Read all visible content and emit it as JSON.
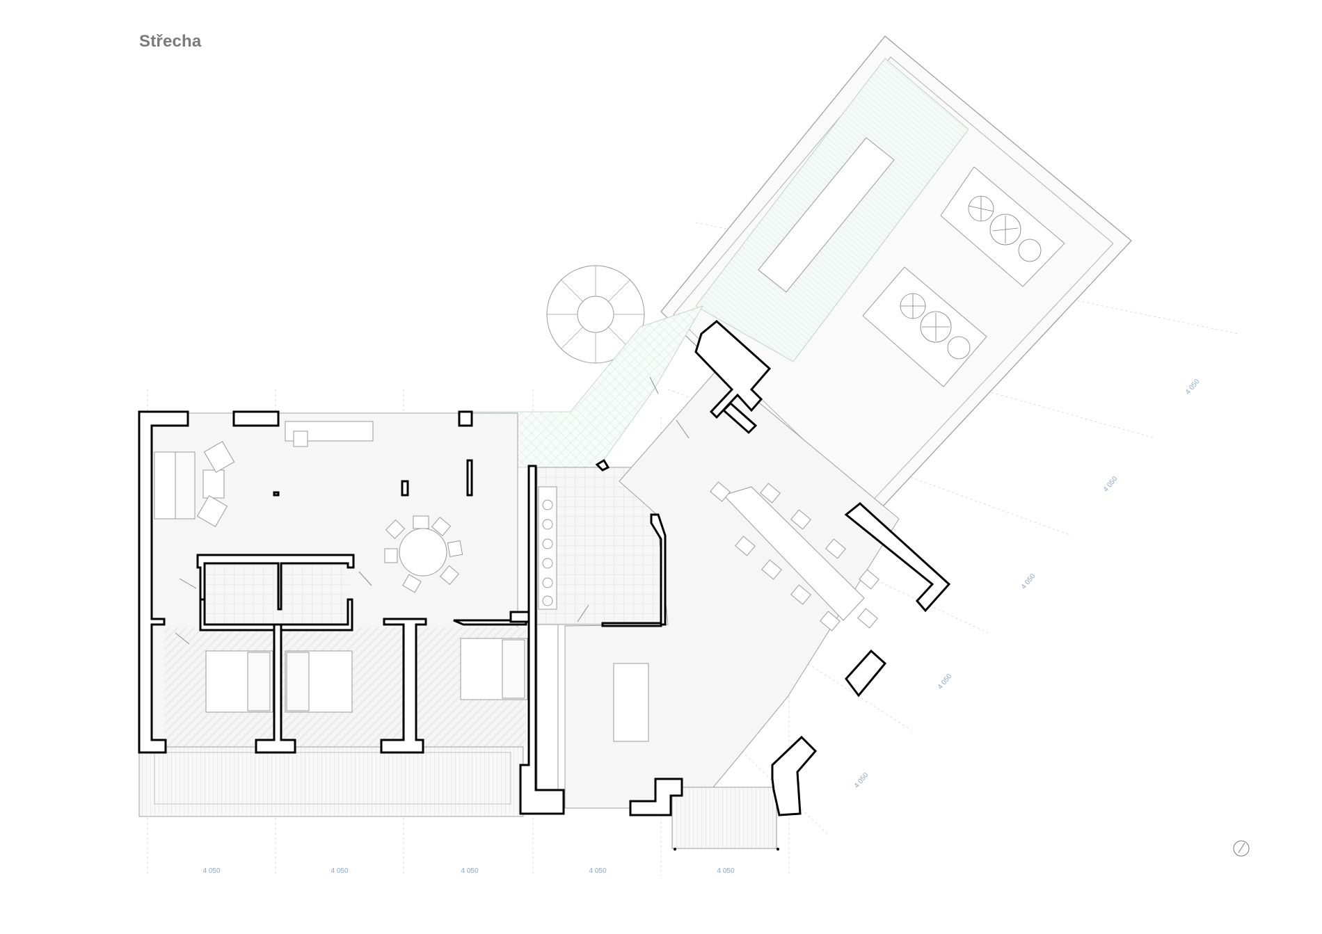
{
  "title": "Střecha",
  "dimensions": {
    "bottom": [
      "4 050",
      "4 050",
      "4 050",
      "4 050",
      "4 050"
    ],
    "diagonal": [
      "4 050",
      "4 050",
      "4 050",
      "4 050",
      "4 050"
    ]
  },
  "colors": {
    "wall": "#000000",
    "line": "#9a9a9a",
    "floor": "#f4f4f4",
    "tile": "#e3e3e3",
    "green_tile": "#cfe3d8",
    "dim": "#8aa8c8"
  },
  "icons": {
    "north_arrow": "compass-icon"
  }
}
